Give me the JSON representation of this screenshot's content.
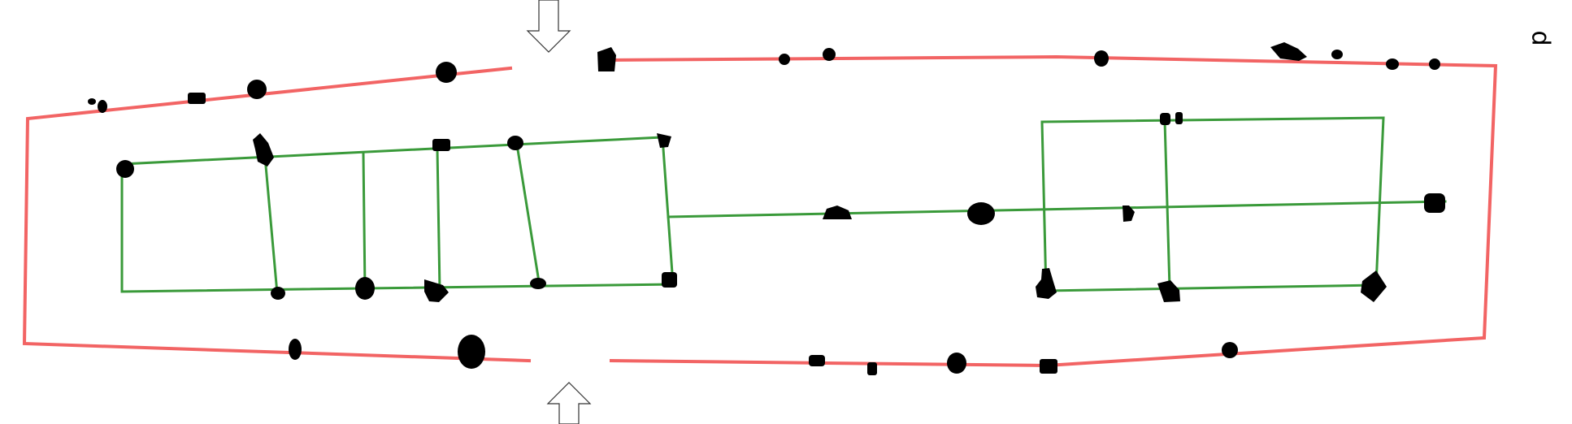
{
  "diagram": {
    "corner_label": "d",
    "colors": {
      "outer_wall": "#f26464",
      "inner_structure": "#3a9a3a",
      "markers": "#000000",
      "arrows_fill": "#ffffff",
      "arrows_stroke": "#333333"
    },
    "arrows": [
      {
        "name": "entry-arrow-top",
        "direction": "down"
      },
      {
        "name": "entry-arrow-bottom",
        "direction": "up"
      }
    ]
  }
}
